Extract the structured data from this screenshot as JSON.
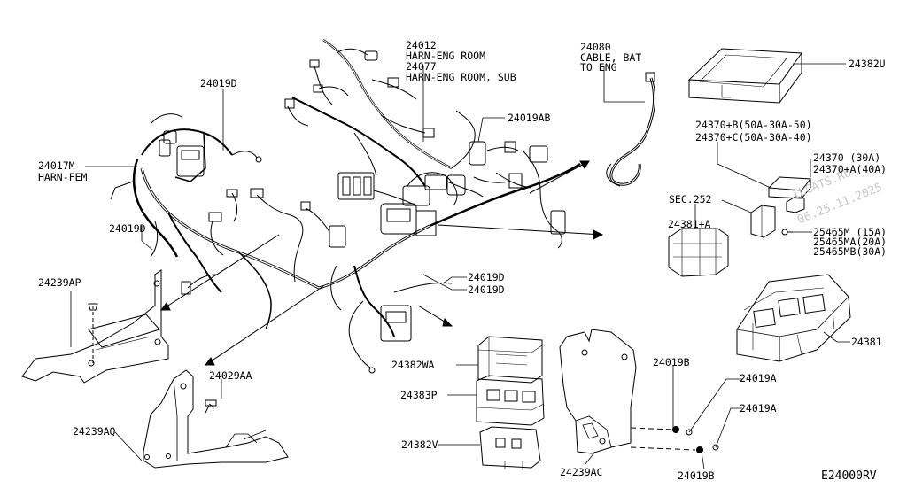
{
  "labels": {
    "p24019D_top": "24019D",
    "p24012": "24012",
    "harn_eng_room": "HARN-ENG ROOM",
    "p24077": "24077",
    "harn_eng_room_sub": "HARN-ENG ROOM, SUB",
    "p24080": "24080",
    "cable_bat": "CABLE, BAT",
    "to_eng": "TO ENG",
    "p24382U": "24382U",
    "p24019AB": "24019AB",
    "p24370B": "24370+B(50A-30A-50)",
    "p24370C": "24370+C(50A-30A-40)",
    "p24017M": "24017M",
    "harn_fem": "HARN-FEM",
    "p24370": "24370 (30A)",
    "p24370A": "24370+A(40A)",
    "sec252": "SEC.252",
    "p24381A": "24381+A",
    "p25465M": "25465M (15A)",
    "p25465MA": "25465MA(20A)",
    "p25465MB": "25465MB(30A)",
    "p24019D_left": "24019D",
    "p24239AP": "24239AP",
    "p24019D_mid1": "24019D",
    "p24019D_mid2": "24019D",
    "p24381": "24381",
    "p24382WA": "24382WA",
    "p24029AA": "24029AA",
    "p24019B_top": "24019B",
    "p24019A_1": "24019A",
    "p24383P": "24383P",
    "p24019A_2": "24019A",
    "p24239AQ": "24239AQ",
    "p24382V": "24382V",
    "p24239AC": "24239AC",
    "p24019B_bottom": "24019B",
    "diagram_ref": "E24000RV"
  },
  "watermark": {
    "line1": "ILCATS.RU",
    "line2": "06.25.11.2025"
  },
  "colors": {
    "ink": "#000000",
    "background": "#ffffff",
    "watermark": "#c8c8c8"
  }
}
